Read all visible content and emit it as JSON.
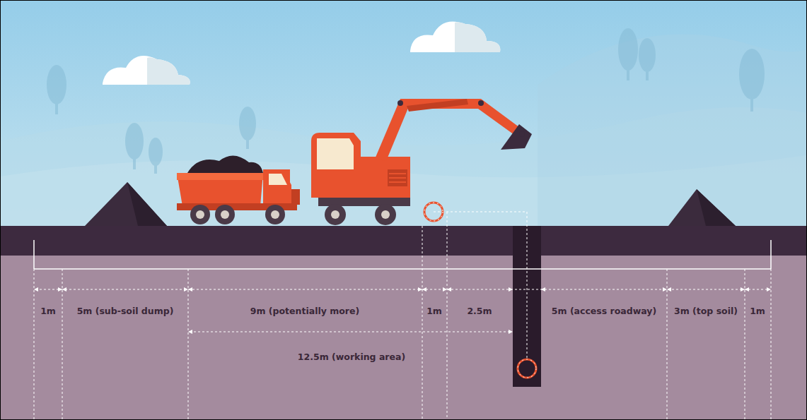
{
  "diagram": {
    "labels": [
      "1m",
      "5m (sub-soil dump)",
      "9m (potentially more)",
      "1m",
      "2.5m",
      "5m (access roadway)",
      "3m (top soil)",
      "1m",
      "12.5m (working area)"
    ]
  }
}
